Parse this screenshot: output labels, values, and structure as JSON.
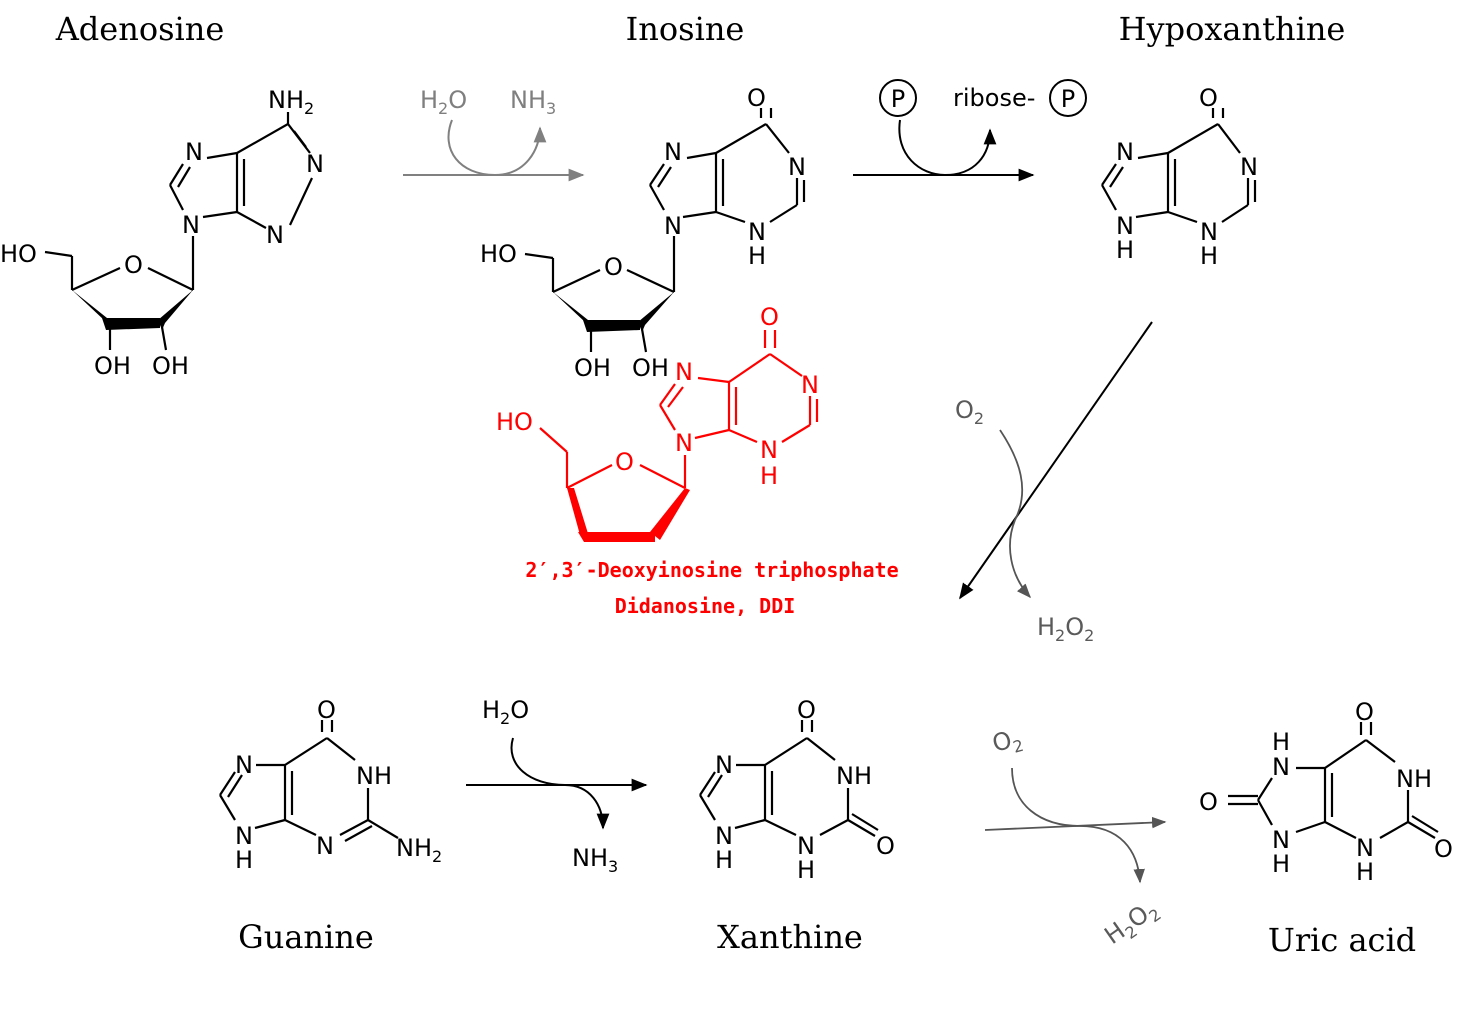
{
  "compounds": {
    "adenosine": "Adenosine",
    "inosine": "Inosine",
    "hypoxanthine": "Hypoxanthine",
    "guanine": "Guanine",
    "xanthine": "Xanthine",
    "uric_acid": "Uric acid"
  },
  "reagents": {
    "step1_in": "H2O",
    "step1_out": "NH3",
    "step2_in": "P",
    "step2_out": "ribose-P",
    "step3_in": "O2",
    "step3_out": "H2O2",
    "step4_in": "H2O",
    "step4_out": "NH3",
    "step5_in": "O2",
    "step5_out": "H2O2"
  },
  "drug": {
    "line1": "2′,3′-Deoxyinosine triphosphate",
    "line2": "Didanosine, DDI"
  },
  "atoms": {
    "N": "N",
    "O": "O",
    "H": "H",
    "NH": "NH",
    "NH2": "NH2",
    "HO": "HO",
    "OH": "OH",
    "P": "P"
  },
  "colors": {
    "drug": "#ff0000",
    "reagent_grey": "#7f7f7f",
    "ink": "#000000"
  }
}
